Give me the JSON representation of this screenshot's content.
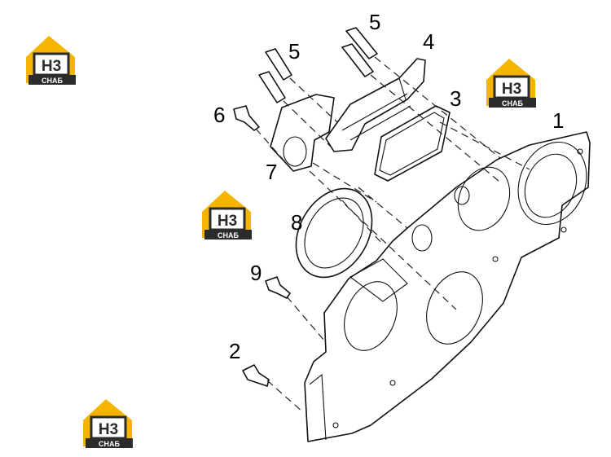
{
  "diagram": {
    "callouts": {
      "c1": "1",
      "c2": "2",
      "c3": "3",
      "c4": "4",
      "c5a": "5",
      "c5b": "5",
      "c6": "6",
      "c7": "7",
      "c8": "8",
      "c9": "9"
    },
    "watermark": {
      "top": "H3",
      "bottom": "СНАБ"
    },
    "colors": {
      "logo_yellow": "#f5b400",
      "logo_dark": "#2b2b2b",
      "line": "#111111"
    }
  }
}
